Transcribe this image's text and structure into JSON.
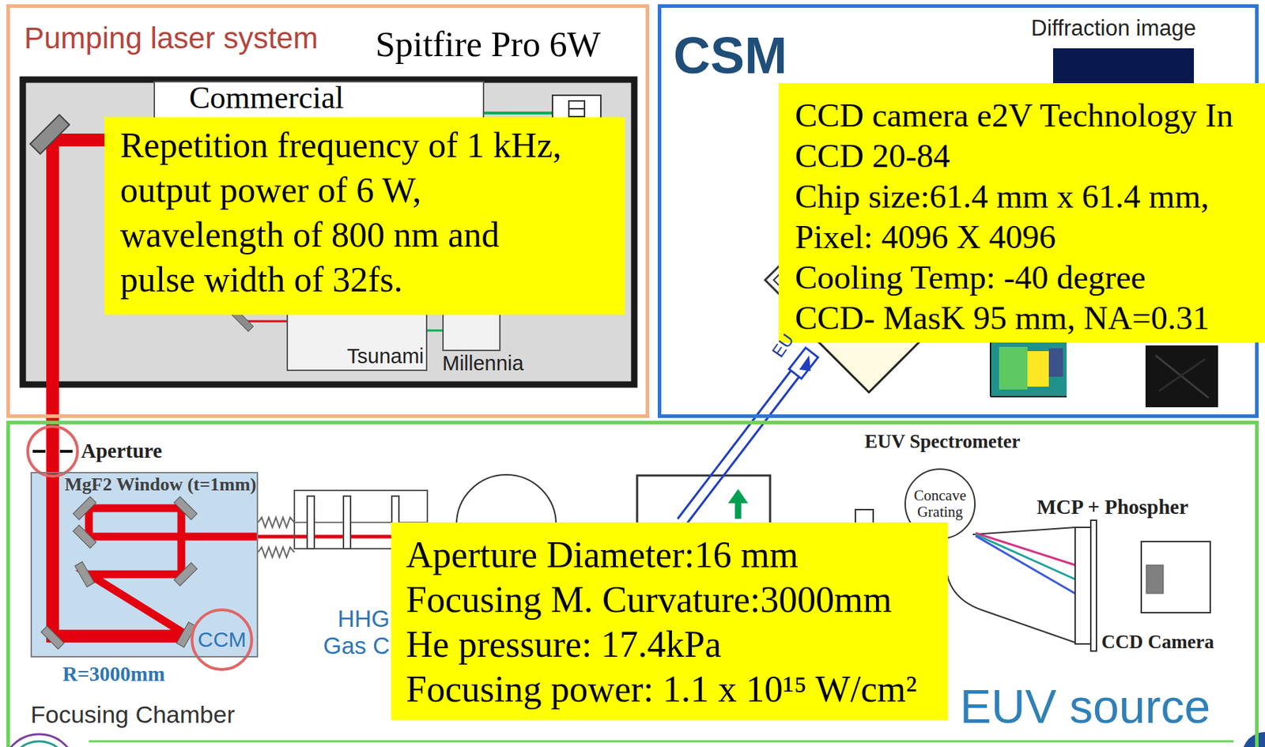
{
  "diagram": {
    "nodes": [
      {
        "text": [
          "Pumping laser system",
          "Spitfire Pro 6W"
        ]
      },
      {
        "text": [
          "Commercial"
        ],
        "in": 0
      },
      {
        "text": [
          "Repetition frequency of 1 kHz, output power of 6 W, wavelength of 800 nm and pulse width of 32fs."
        ],
        "in": 0
      },
      {
        "text": [
          "Tsunami"
        ],
        "in": 0
      },
      {
        "text": [
          "Millennia"
        ],
        "in": 0
      },
      {
        "text": [
          "CSM"
        ]
      },
      {
        "text": [
          "CCD camera e2V Technology In",
          "CCD 20-84",
          "Chip size:61.4 mm x 61.4 mm,",
          "Pixel: 4096 X 4096",
          "Cooling Temp: -40 degree",
          "CCD- MasK 95 mm, NA=0.31"
        ],
        "in": 5
      },
      {
        "text": [
          "EUV source"
        ]
      },
      {
        "text": [
          "MgF2 Window (t=1mm)",
          "CCM",
          "Focusing Chamber"
        ],
        "in": 7
      },
      {
        "text": [
          "Aperture Diameter:16 mm",
          "Focusing M. Curvature:3000mm",
          "He pressure: 17.4kPa",
          "Focusing power: 1.1 x 10¹⁵ W/cm²"
        ],
        "in": 7
      },
      {
        "text": [
          "Concave Grating"
        ],
        "in": 7
      }
    ],
    "labels": [
      "Diffraction image",
      "EU",
      "Aperture",
      "R=3000mm",
      "HHG Gas C",
      "EUV Spectrometer",
      "MCP + Phospher",
      "CCD Camera"
    ]
  }
}
